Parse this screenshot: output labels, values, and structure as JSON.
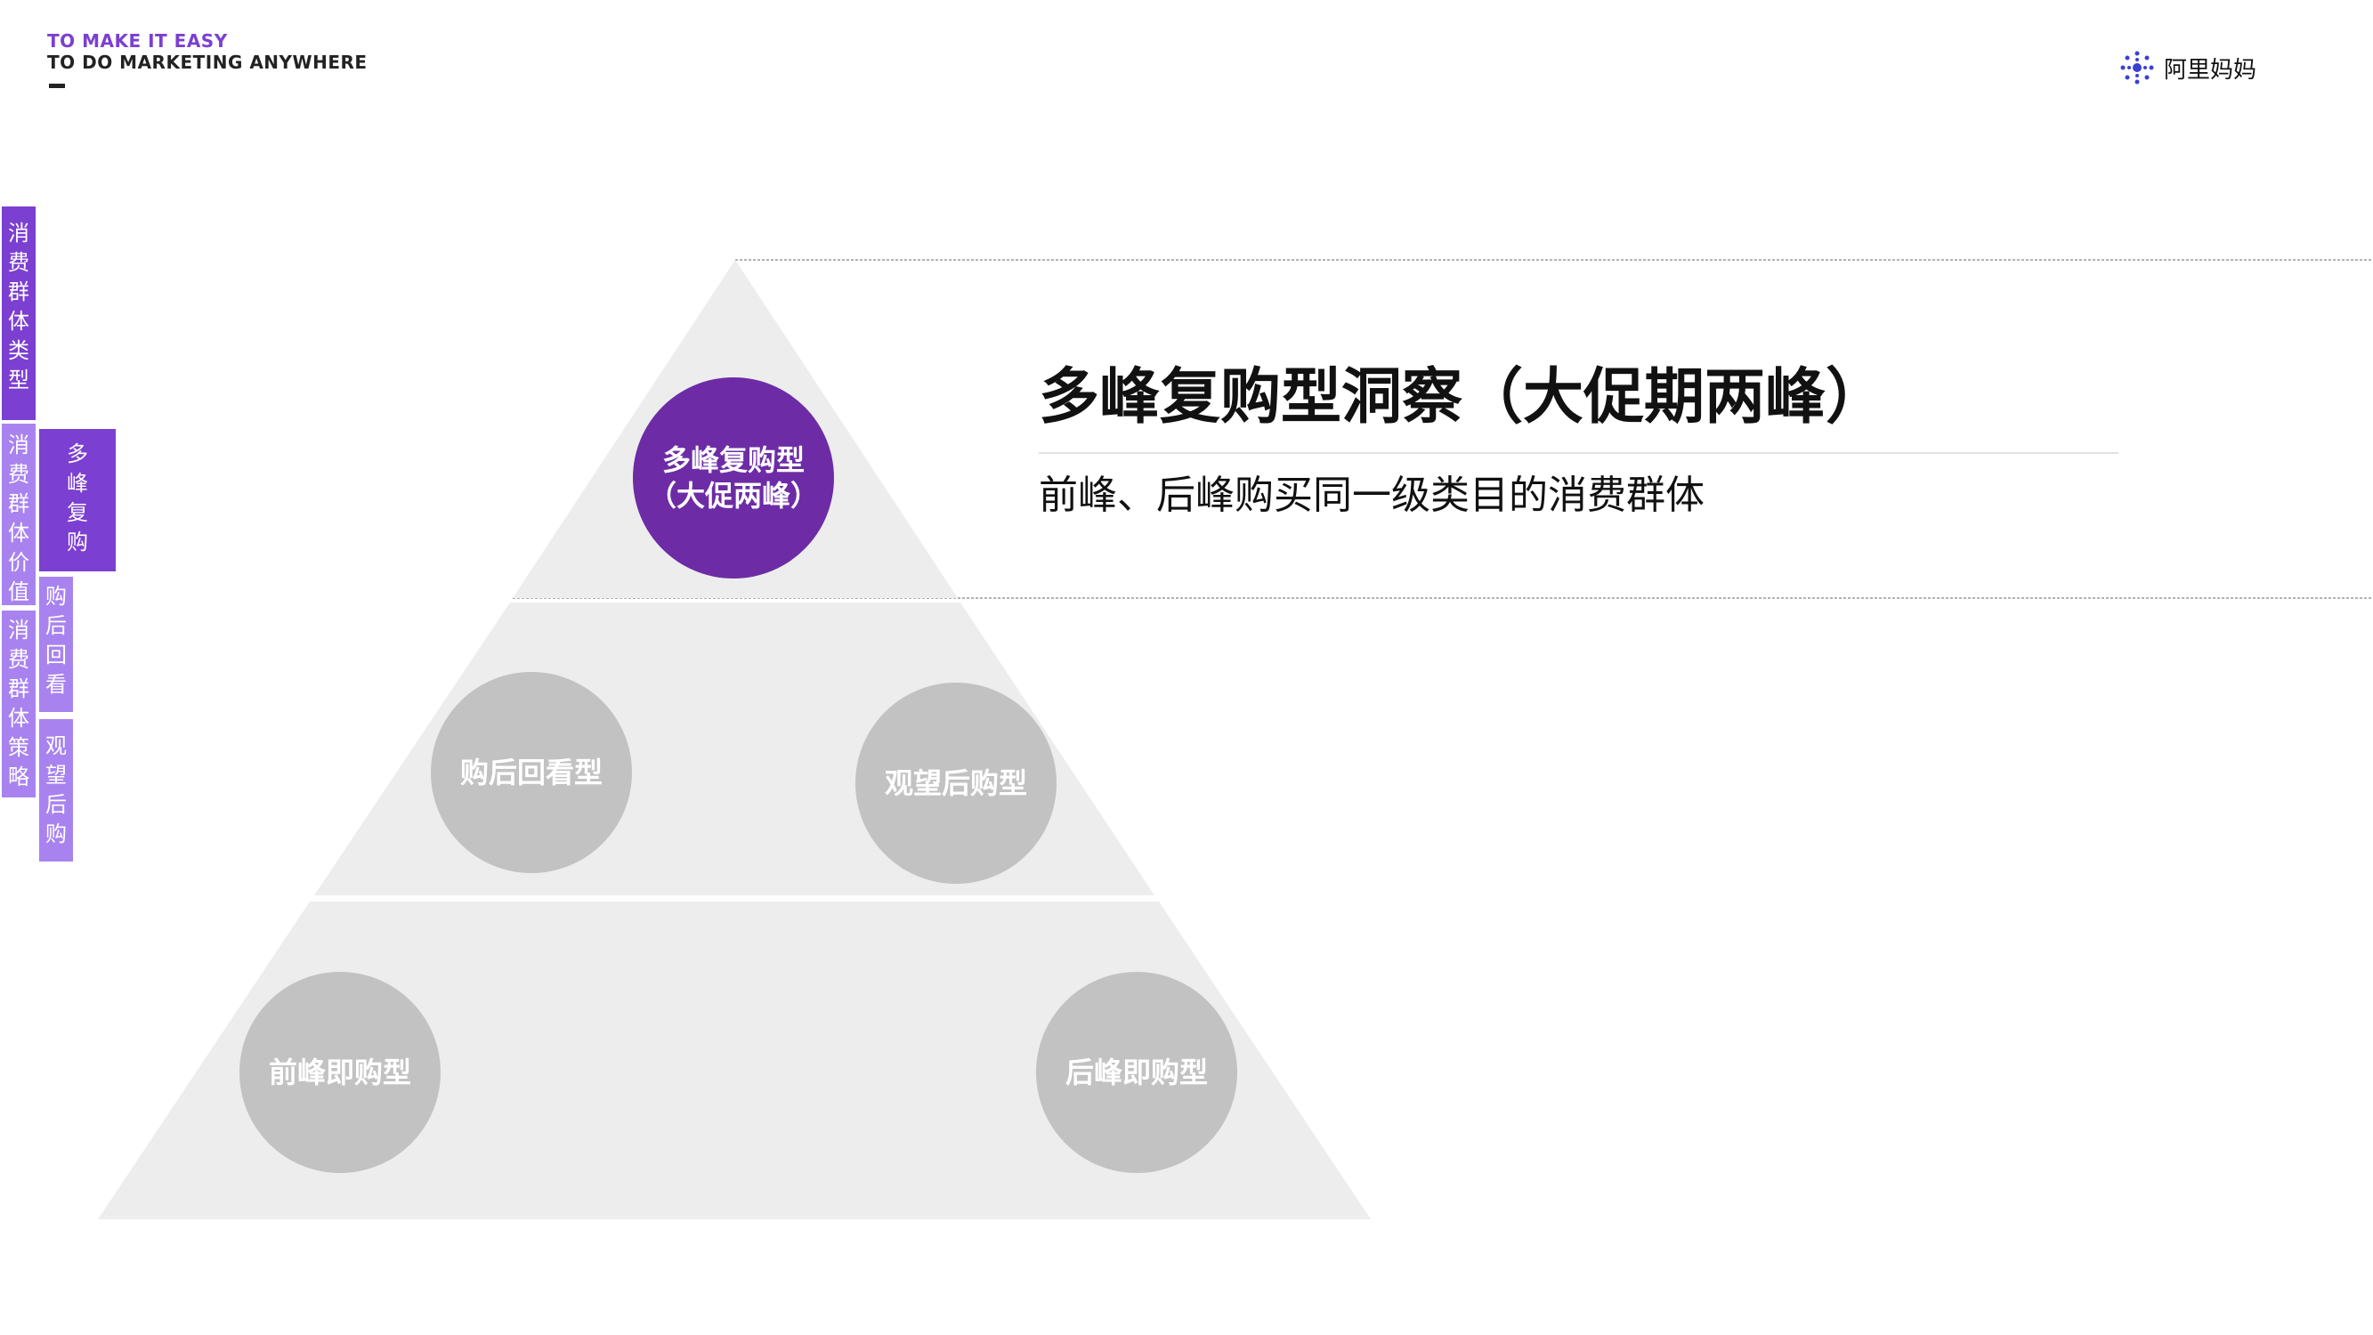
{
  "header": {
    "tagline_line1": "TO MAKE IT EASY",
    "tagline_line2": "TO DO MARKETING ANYWHERE",
    "brand_name": "阿里妈妈",
    "accent_color": "#7B3FD1"
  },
  "side_tabs": {
    "tab_types": "消费群体类型",
    "tab_value": "消费群体价值",
    "tab_strategy": "消费群体策略",
    "tab_multipeak": "多峰复购",
    "tab_after_look": "购后回看",
    "tab_watch_buy": "观望后购"
  },
  "pyramid": {
    "top": "多峰复购型\n（大促两峰）",
    "mid_left": "购后回看型",
    "mid_right": "观望后购型",
    "bottom_left": "前峰即购型",
    "bottom_right": "后峰即购型"
  },
  "insight": {
    "title": "多峰复购型洞察（大促期两峰）",
    "subtitle": "前峰、后峰购买同一级类目的消费群体"
  }
}
